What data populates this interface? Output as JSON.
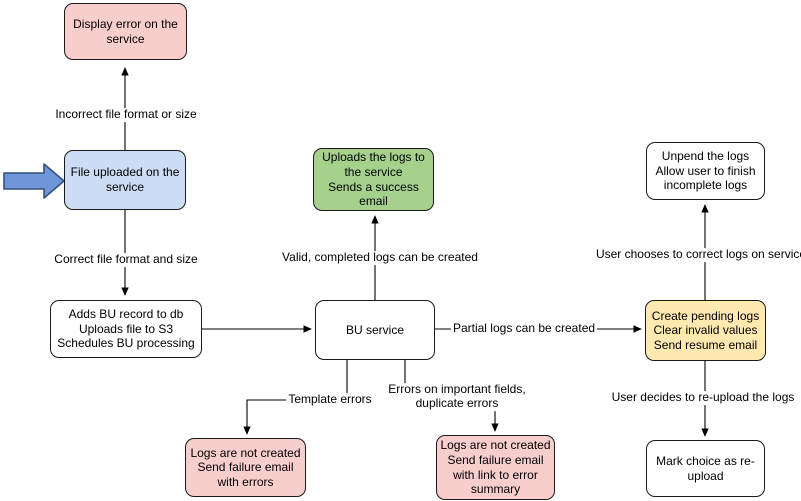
{
  "diagram": {
    "colors": {
      "pink": "#f8cecc",
      "light_blue": "#ccdcf4",
      "green": "#a5d18c",
      "yellow": "#ffe9b0",
      "white": "#ffffff",
      "line": "#000000",
      "arrow_fill": "#6e96d8",
      "arrow_stroke": "#35517e"
    },
    "nodes": {
      "display_error": "Display error on the\nservice",
      "file_uploaded": "File uploaded on the\nservice",
      "adds_record": "Adds BU record to db\nUploads file to S3\nSchedules BU processing",
      "upload_success": "Uploads the logs to\nthe service\nSends a success\nemail",
      "bu_service": "BU service",
      "unpend": "Unpend the logs\nAllow user to finish\nincomplete logs",
      "create_pending": "Create pending logs\nClear invalid values\nSend resume email",
      "fail_errors": "Logs are not created\nSend failure email\nwith errors",
      "fail_summary": "Logs are not created\nSend failure email\nwith link to error\nsummary",
      "mark_reupload": "Mark choice as re-\nupload"
    },
    "edge_labels": {
      "incorrect": "Incorrect file format or size",
      "correct": "Correct file format and size",
      "valid": "Valid, completed logs can be created",
      "partial": "Partial logs can be created",
      "template": "Template errors",
      "important_fields": "Errors on important fields,\nduplicate errors",
      "choose_correct": "User chooses to correct logs on service",
      "reupload": "User decides to re-upload the logs"
    },
    "icons": {
      "input_arrow": "block-arrow-right-icon"
    }
  }
}
